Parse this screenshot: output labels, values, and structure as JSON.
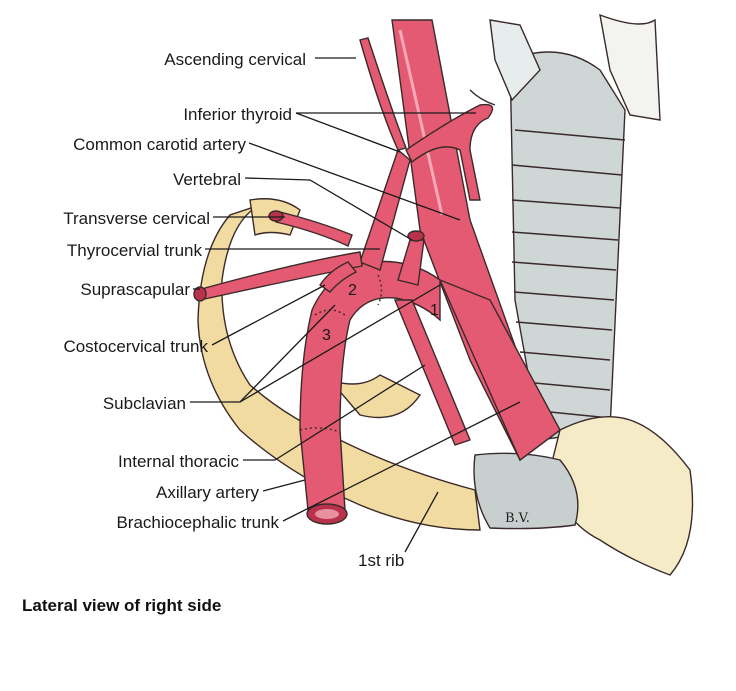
{
  "labels": {
    "ascending_cervical": "Ascending cervical",
    "inferior_thyroid": "Inferior thyroid",
    "common_carotid": "Common carotid artery",
    "vertebral": "Vertebral",
    "transverse_cervical": "Transverse cervical",
    "thyrocervical_trunk": "Thyrocervial trunk",
    "suprascapular": "Suprascapular",
    "costocervical_trunk": "Costocervical trunk",
    "subclavian": "Subclavian",
    "internal_thoracic": "Internal thoracic",
    "axillary_artery": "Axillary artery",
    "brachiocephalic_trunk": "Brachiocephalic trunk",
    "first_rib": "1st rib"
  },
  "part_numbers": {
    "part1": "1",
    "part2": "2",
    "part3": "3"
  },
  "signature": "B.V.",
  "caption": "Lateral view of right side",
  "colors": {
    "artery": "#e45a72",
    "artery_dark": "#b8324c",
    "bone": "#f1dba0",
    "trachea": "#cfd6d6",
    "vein": "#c7cfcf"
  }
}
